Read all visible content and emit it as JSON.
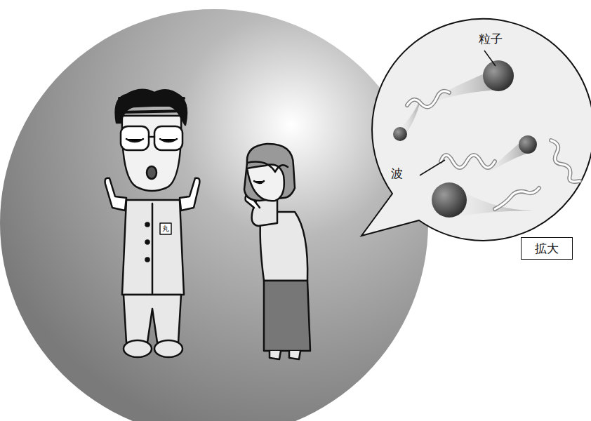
{
  "diagram": {
    "nodes": [
      {
        "text": [
          "粒子",
          "波"
        ]
      },
      {
        "text": [
          "拡大"
        ]
      }
    ],
    "labels": [
      "丸"
    ]
  }
}
